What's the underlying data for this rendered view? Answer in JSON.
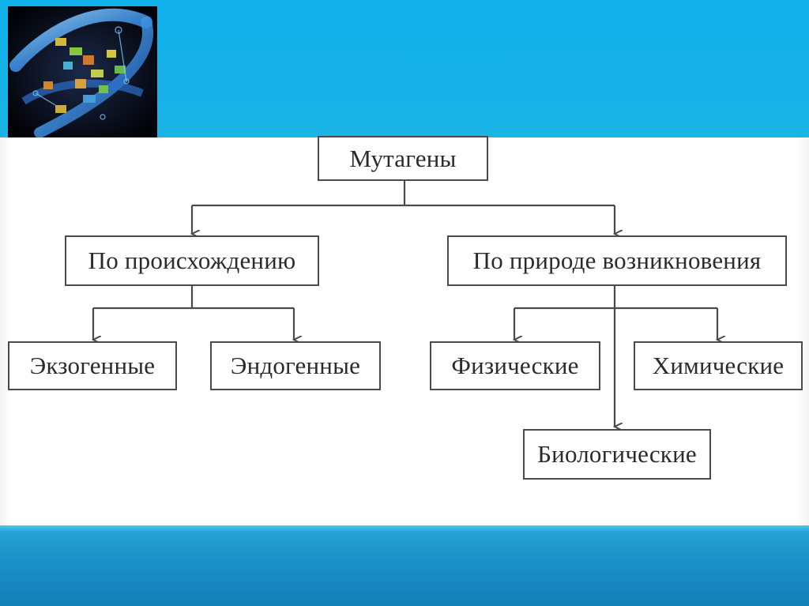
{
  "diagram": {
    "root": "Мутагены",
    "branches": [
      {
        "label": "По происхождению",
        "children": [
          "Экзогенные",
          "Эндогенные"
        ]
      },
      {
        "label": "По природе возникновения",
        "children": [
          "Физические",
          "Химические",
          "Биологические"
        ]
      }
    ]
  },
  "colors": {
    "top_band": "#17b2e8",
    "bottom_band": "#1b93c8",
    "box_border": "#4a4a4a",
    "text": "#2b2b2b"
  },
  "icons": [
    "dna-helix-image"
  ]
}
